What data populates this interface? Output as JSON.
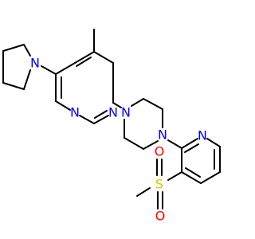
{
  "molecule": {
    "colors": {
      "bond": "#000000",
      "N": "#0000ff",
      "S": "#cccc00",
      "O": "#ff0000"
    },
    "labels": {
      "n_pyrrolidine": "N",
      "n_pyrimidine_3": "N",
      "n_pyrimidine_1": "N",
      "n_piperazine_1": "N",
      "n_piperazine_4": "N",
      "n_pyridine": "N",
      "s_sulfonyl": "S",
      "o_sulfonyl_1": "O",
      "o_sulfonyl_2": "O"
    }
  }
}
